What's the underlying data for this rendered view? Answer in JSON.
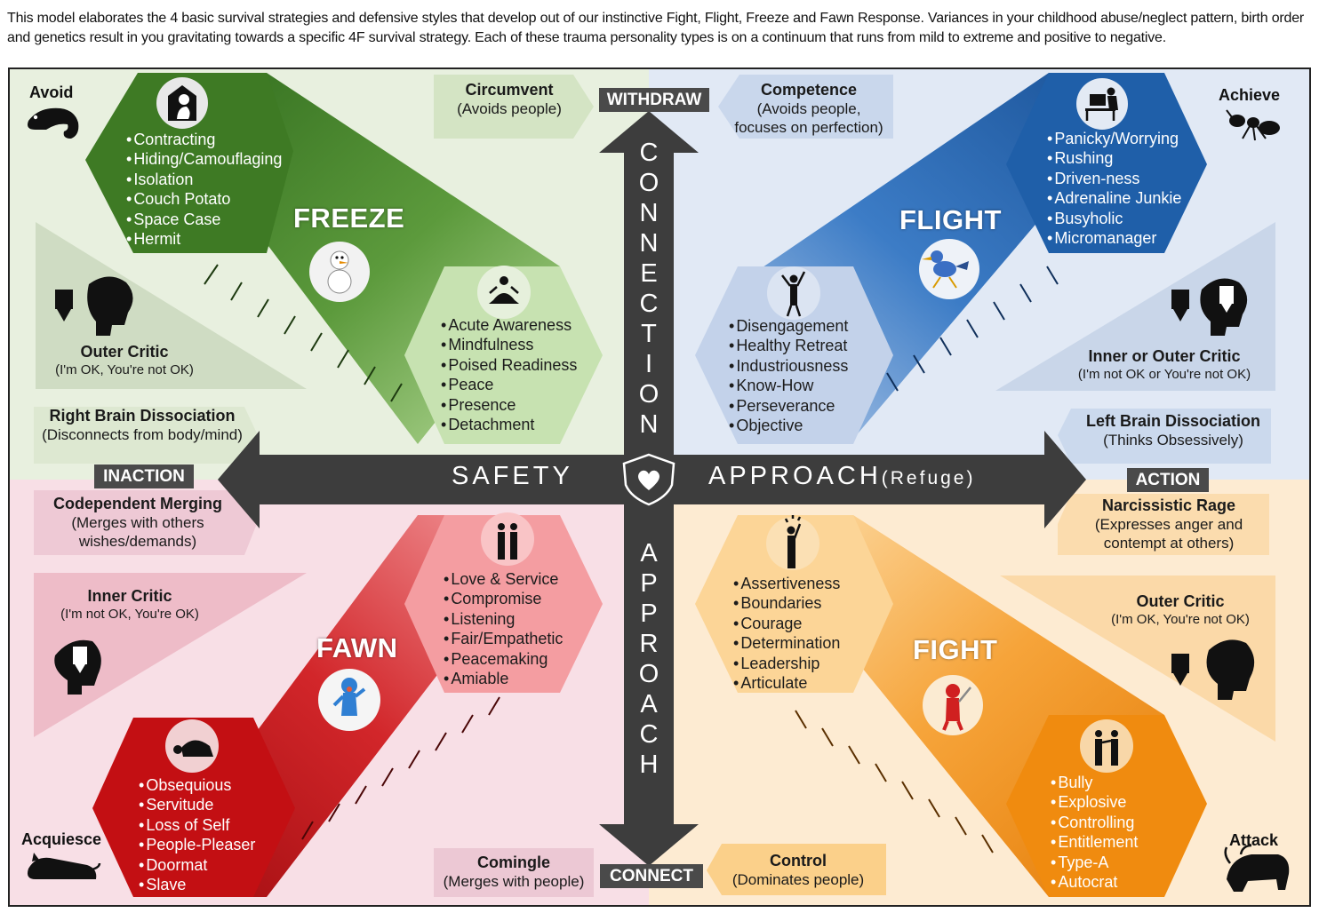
{
  "intro": "This model elaborates the 4 basic survival strategies and defensive styles that develop out of our instinctive Fight, Flight, Freeze and Fawn Response. Variances in your childhood abuse/neglect pattern, birth order and genetics result in you gravitating towards a specific 4F survival strategy. Each of these trauma personality types is on a continuum that runs from mild to extreme and positive to negative.",
  "axis": {
    "top_badge": "WITHDRAW",
    "bottom_badge": "CONNECT",
    "left_badge": "INACTION",
    "right_badge": "ACTION",
    "vertical_top_letters": [
      "C",
      "O",
      "N",
      "N",
      "E",
      "C",
      "T",
      "I",
      "O",
      "N"
    ],
    "vertical_bottom_letters": [
      "A",
      "P",
      "P",
      "R",
      "O",
      "A",
      "C",
      "H"
    ],
    "left_label": "SAFETY",
    "right_label": "APPROACH",
    "right_sub": "(Refuge)"
  },
  "corners": {
    "avoid": "Avoid",
    "achieve": "Achieve",
    "acquiesce": "Acquiesce",
    "attack": "Attack"
  },
  "freeze": {
    "title": "FREEZE",
    "negative": [
      "Contracting",
      "Hiding/Camouflaging",
      "Isolation",
      "Couch Potato",
      "Space Case",
      "Hermit"
    ],
    "positive": [
      "Acute Awareness",
      "Mindfulness",
      "Poised Readiness",
      "Peace",
      "Presence",
      "Detachment"
    ]
  },
  "flight": {
    "title": "FLIGHT",
    "negative": [
      "Panicky/Worrying",
      "Rushing",
      "Driven-ness",
      "Adrenaline Junkie",
      "Busyholic",
      "Micromanager"
    ],
    "positive": [
      "Disengagement",
      "Healthy Retreat",
      "Industriousness",
      "Know-How",
      "Perseverance",
      "Objective"
    ]
  },
  "fawn": {
    "title": "FAWN",
    "positive": [
      "Love & Service",
      "Compromise",
      "Listening",
      "Fair/Empathetic",
      "Peacemaking",
      "Amiable"
    ],
    "negative": [
      "Obsequious",
      "Servitude",
      "Loss of Self",
      "People-Pleaser",
      "Doormat",
      "Slave"
    ]
  },
  "fight": {
    "title": "FIGHT",
    "positive": [
      "Assertiveness",
      "Boundaries",
      "Courage",
      "Determination",
      "Leadership",
      "Articulate"
    ],
    "negative": [
      "Bully",
      "Explosive",
      "Controlling",
      "Entitlement",
      "Type-A",
      "Autocrat"
    ]
  },
  "labels": {
    "circumvent": {
      "title": "Circumvent",
      "sub": "(Avoids people)"
    },
    "competence": {
      "title": "Competence",
      "sub1": "(Avoids people,",
      "sub2": "focuses on perfection)"
    },
    "comingle": {
      "title": "Comingle",
      "sub": "(Merges with people)"
    },
    "control": {
      "title": "Control",
      "sub": "(Dominates people)"
    },
    "right_brain": {
      "title": "Right Brain Dissociation",
      "sub": "(Disconnects from body/mind)"
    },
    "left_brain": {
      "title": "Left Brain Dissociation",
      "sub": "(Thinks Obsessively)"
    },
    "codependent": {
      "title": "Codependent Merging",
      "sub1": "(Merges with others",
      "sub2": "wishes/demands)"
    },
    "narcissistic": {
      "title": "Narcissistic Rage",
      "sub1": "(Expresses anger and",
      "sub2": "contempt at others)"
    },
    "outer_critic_tl": {
      "title": "Outer Critic",
      "sub": "(I'm OK, You're not OK)"
    },
    "inner_outer_critic": {
      "title": "Inner or Outer Critic",
      "sub": "(I'm not OK or You're not OK)"
    },
    "inner_critic": {
      "title": "Inner Critic",
      "sub": "(I'm not OK, You're OK)"
    },
    "outer_critic_br": {
      "title": "Outer Critic",
      "sub": "(I'm OK, You're not OK)"
    }
  },
  "colors": {
    "freeze_dark": "#3f7a25",
    "freeze_light": "#c9e4b4",
    "flight_dark": "#1f5ea8",
    "flight_light": "#c6d5ec",
    "fawn_dark": "#b70f13",
    "fawn_light": "#f7a3a6",
    "fight_dark": "#ef8a10",
    "fight_light": "#fcd79a",
    "axis": "#3d3d3d"
  }
}
